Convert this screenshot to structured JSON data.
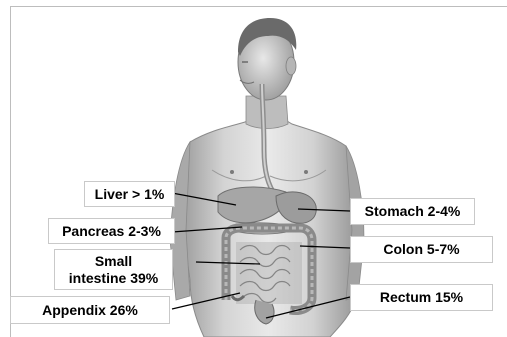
{
  "labels": {
    "liver": "Liver > 1%",
    "pancreas": "Pancreas 2-3%",
    "small_intestine_line1": "Small",
    "small_intestine_line2": "intestine 39%",
    "appendix": "Appendix 26%",
    "stomach": "Stomach 2-4%",
    "colon": "Colon 5-7%",
    "rectum": "Rectum 15%"
  },
  "colors": {
    "text": "#000000",
    "label_border": "#c9c9c9",
    "frame": "#bdbdbd",
    "skin_light": "#e2e2e2",
    "skin_shadow": "#8c8c8c",
    "hair": "#6a6a6a",
    "organ": "#a8a8a8",
    "organ_dark": "#6f6f6f"
  }
}
